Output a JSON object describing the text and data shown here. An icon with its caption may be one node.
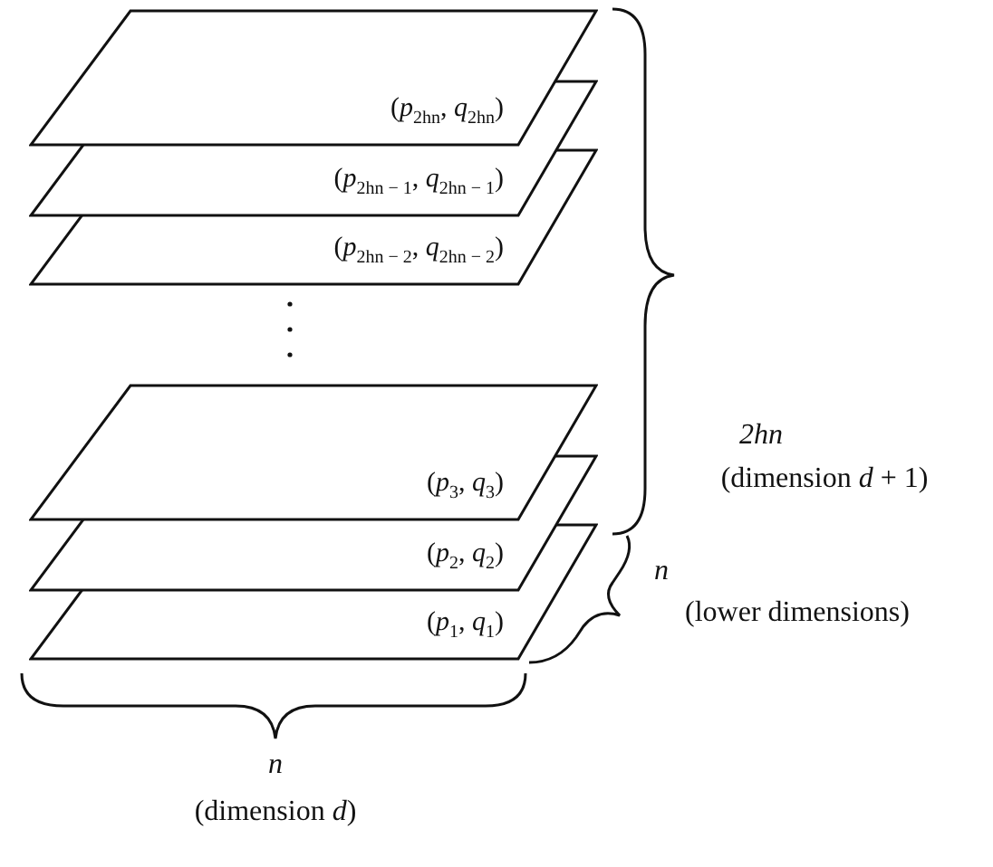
{
  "diagram": {
    "nodes": [
      {
        "text": [
          "(*p*$_{2hn}$, *q*$_{2hn}$)"
        ]
      },
      {
        "text": [
          "(*p*$_{2hn − 1}$, *q*$_{2hn − 1}$)"
        ]
      },
      {
        "text": [
          "(*p*$_{2hn − 2}$, *q*$_{2hn − 2}$)"
        ]
      },
      {
        "text": [
          "(*p*$_{3}$, *q*$_{3}$)"
        ]
      },
      {
        "text": [
          "(*p*$_{2}$, *q*$_{2}$)"
        ]
      },
      {
        "text": [
          "(*p*$_{1}$, *q*$_{1}$)"
        ]
      }
    ],
    "labels": [
      "*2hn*",
      "(dimension *d* + 1)",
      "*n*",
      "(lower dimensions)",
      "*n*",
      "(dimension *d*)"
    ]
  }
}
